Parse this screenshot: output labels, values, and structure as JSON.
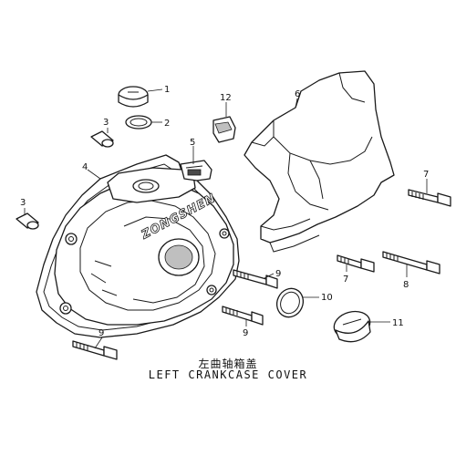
{
  "title_cn": "左曲轴箱盖",
  "title_en": "LEFT CRANKCASE COVER",
  "brand_mark": "ZONGSHEN",
  "callouts": [
    {
      "label": "1"
    },
    {
      "label": "2"
    },
    {
      "label": "3"
    },
    {
      "label": "3"
    },
    {
      "label": "4"
    },
    {
      "label": "5"
    },
    {
      "label": "6"
    },
    {
      "label": "7"
    },
    {
      "label": "7"
    },
    {
      "label": "8"
    },
    {
      "label": "9"
    },
    {
      "label": "9"
    },
    {
      "label": "9"
    },
    {
      "label": "10"
    },
    {
      "label": "11"
    },
    {
      "label": "12"
    }
  ]
}
